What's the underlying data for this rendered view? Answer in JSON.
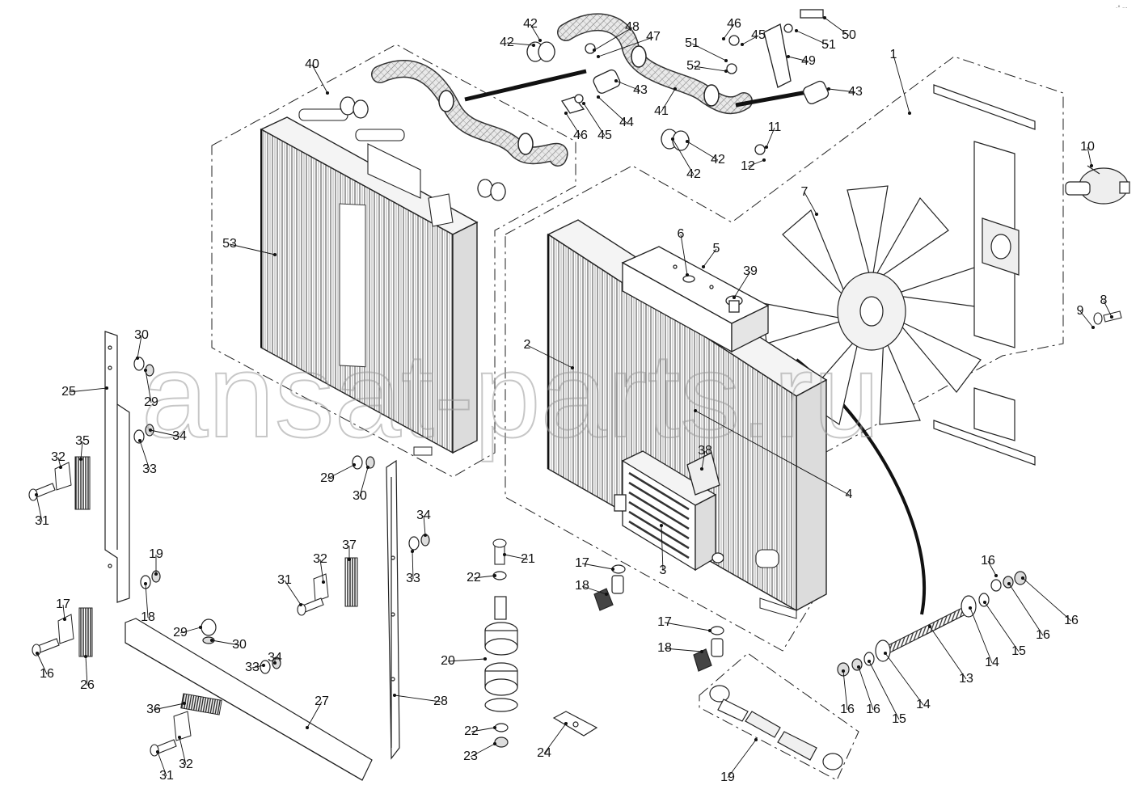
{
  "watermark": "ansat-parts.ru",
  "corner_code": "·° ···",
  "callouts": [
    {
      "id": "c1",
      "label": "1"
    },
    {
      "id": "c2",
      "label": "2"
    },
    {
      "id": "c3",
      "label": "3"
    },
    {
      "id": "c4",
      "label": "4"
    },
    {
      "id": "c5",
      "label": "5"
    },
    {
      "id": "c6",
      "label": "6"
    },
    {
      "id": "c7",
      "label": "7"
    },
    {
      "id": "c8",
      "label": "8"
    },
    {
      "id": "c9",
      "label": "9"
    },
    {
      "id": "c10",
      "label": "10"
    },
    {
      "id": "c11",
      "label": "11"
    },
    {
      "id": "c12",
      "label": "12"
    },
    {
      "id": "c13",
      "label": "13"
    },
    {
      "id": "c14a",
      "label": "14"
    },
    {
      "id": "c14b",
      "label": "14"
    },
    {
      "id": "c15a",
      "label": "15"
    },
    {
      "id": "c15b",
      "label": "15"
    },
    {
      "id": "c16a",
      "label": "16"
    },
    {
      "id": "c16b",
      "label": "16"
    },
    {
      "id": "c16c",
      "label": "16"
    },
    {
      "id": "c16d",
      "label": "16"
    },
    {
      "id": "c16e",
      "label": "16"
    },
    {
      "id": "c16f",
      "label": "16"
    },
    {
      "id": "c17a",
      "label": "17"
    },
    {
      "id": "c17b",
      "label": "17"
    },
    {
      "id": "c17c",
      "label": "17"
    },
    {
      "id": "c18a",
      "label": "18"
    },
    {
      "id": "c18b",
      "label": "18"
    },
    {
      "id": "c18c",
      "label": "18"
    },
    {
      "id": "c19a",
      "label": "19"
    },
    {
      "id": "c19b",
      "label": "19"
    },
    {
      "id": "c20",
      "label": "20"
    },
    {
      "id": "c21",
      "label": "21"
    },
    {
      "id": "c22a",
      "label": "22"
    },
    {
      "id": "c22b",
      "label": "22"
    },
    {
      "id": "c23",
      "label": "23"
    },
    {
      "id": "c24",
      "label": "24"
    },
    {
      "id": "c25",
      "label": "25"
    },
    {
      "id": "c26",
      "label": "26"
    },
    {
      "id": "c27",
      "label": "27"
    },
    {
      "id": "c28",
      "label": "28"
    },
    {
      "id": "c29a",
      "label": "29"
    },
    {
      "id": "c29b",
      "label": "29"
    },
    {
      "id": "c29c",
      "label": "29"
    },
    {
      "id": "c30a",
      "label": "30"
    },
    {
      "id": "c30b",
      "label": "30"
    },
    {
      "id": "c30c",
      "label": "30"
    },
    {
      "id": "c31a",
      "label": "31"
    },
    {
      "id": "c31b",
      "label": "31"
    },
    {
      "id": "c31c",
      "label": "31"
    },
    {
      "id": "c32a",
      "label": "32"
    },
    {
      "id": "c32b",
      "label": "32"
    },
    {
      "id": "c32c",
      "label": "32"
    },
    {
      "id": "c33a",
      "label": "33"
    },
    {
      "id": "c33b",
      "label": "33"
    },
    {
      "id": "c33c",
      "label": "33"
    },
    {
      "id": "c34a",
      "label": "34"
    },
    {
      "id": "c34b",
      "label": "34"
    },
    {
      "id": "c34c",
      "label": "34"
    },
    {
      "id": "c35",
      "label": "35"
    },
    {
      "id": "c36",
      "label": "36"
    },
    {
      "id": "c37",
      "label": "37"
    },
    {
      "id": "c38",
      "label": "38"
    },
    {
      "id": "c39",
      "label": "39"
    },
    {
      "id": "c40",
      "label": "40"
    },
    {
      "id": "c41",
      "label": "41"
    },
    {
      "id": "c42a",
      "label": "42"
    },
    {
      "id": "c42b",
      "label": "42"
    },
    {
      "id": "c42c",
      "label": "42"
    },
    {
      "id": "c42d",
      "label": "42"
    },
    {
      "id": "c43a",
      "label": "43"
    },
    {
      "id": "c43b",
      "label": "43"
    },
    {
      "id": "c44",
      "label": "44"
    },
    {
      "id": "c45a",
      "label": "45"
    },
    {
      "id": "c45b",
      "label": "45"
    },
    {
      "id": "c46a",
      "label": "46"
    },
    {
      "id": "c46b",
      "label": "46"
    },
    {
      "id": "c47",
      "label": "47"
    },
    {
      "id": "c48",
      "label": "48"
    },
    {
      "id": "c49",
      "label": "49"
    },
    {
      "id": "c50",
      "label": "50"
    },
    {
      "id": "c51a",
      "label": "51"
    },
    {
      "id": "c51b",
      "label": "51"
    },
    {
      "id": "c52",
      "label": "52"
    },
    {
      "id": "c53",
      "label": "53"
    }
  ]
}
